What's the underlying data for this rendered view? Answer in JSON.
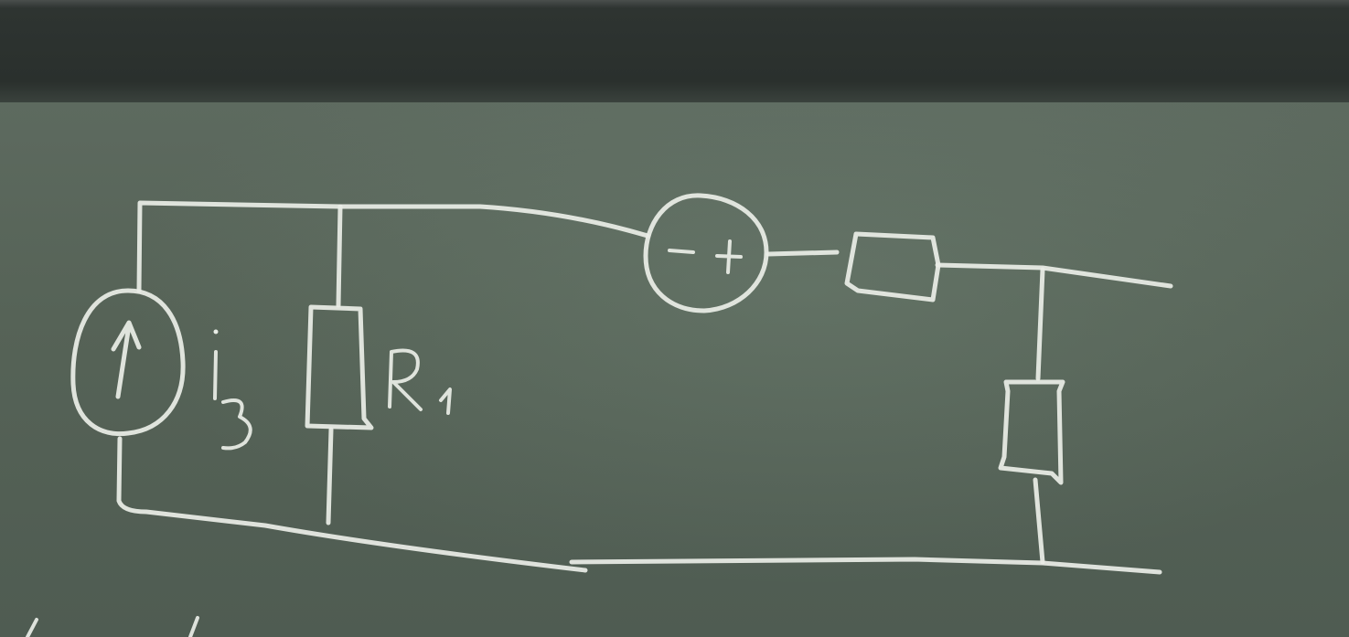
{
  "diagram": {
    "labels": {
      "current_source": "i3",
      "resistor_1": "R1"
    },
    "components": [
      {
        "id": "current-source",
        "kind": "current-source",
        "label_ref": "current_source"
      },
      {
        "id": "resistor-r1",
        "kind": "resistor",
        "label_ref": "resistor_1"
      },
      {
        "id": "voltage-source",
        "kind": "voltage-source",
        "polarity": "- +"
      },
      {
        "id": "resistor-series",
        "kind": "resistor"
      },
      {
        "id": "resistor-right",
        "kind": "resistor"
      }
    ],
    "colors": {
      "board": "#5c6a5e",
      "frame": "#2a302d",
      "chalk": "#e9ede6"
    }
  }
}
